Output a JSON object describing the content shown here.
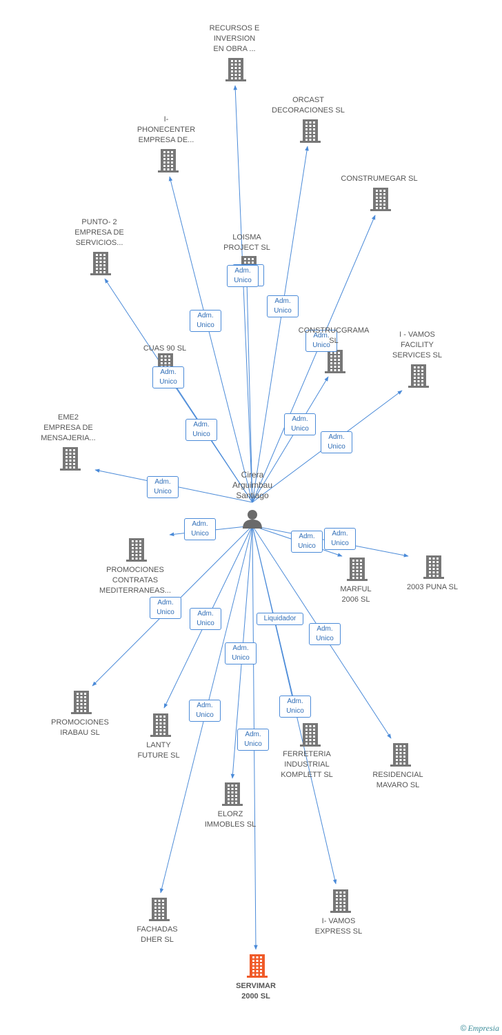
{
  "center": {
    "name": "Cirera\nArguimbau\nSantiago",
    "icon": "person-icon"
  },
  "colors": {
    "edge": "#4a8ad8",
    "building": "#777777",
    "highlight": "#f05a28"
  },
  "companies": [
    {
      "id": "recursos",
      "name": "RECURSOS E\nINVERSION\nEN OBRA ..."
    },
    {
      "id": "orcast",
      "name": "ORCAST\nDECORACIONES SL"
    },
    {
      "id": "phonecenter",
      "name": "I-\nPHONECENTER\nEMPRESA DE..."
    },
    {
      "id": "construmegar",
      "name": "CONSTRUMEGAR SL"
    },
    {
      "id": "punto2",
      "name": "PUNTO- 2\nEMPRESA DE\nSERVICIOS..."
    },
    {
      "id": "loisma",
      "name": "LOISMA\nPROJECT SL"
    },
    {
      "id": "construcgrama",
      "name": "CONSTRUCGRAMA\nSL"
    },
    {
      "id": "ivamos_facility",
      "name": "I - VAMOS\nFACILITY\nSERVICES  SL"
    },
    {
      "id": "cuas90",
      "name": "CUAS 90 SL"
    },
    {
      "id": "eme2",
      "name": "EME2\nEMPRESA DE\nMENSAJERIA..."
    },
    {
      "id": "promociones_contratas",
      "name": "PROMOCIONES\nCONTRATAS\nMEDITERRANEAS..."
    },
    {
      "id": "marful",
      "name": "MARFUL\n2006 SL"
    },
    {
      "id": "puna",
      "name": "2003 PUNA SL"
    },
    {
      "id": "promociones_irabau",
      "name": "PROMOCIONES\nIRABAU SL"
    },
    {
      "id": "lanty",
      "name": "LANTY\nFUTURE SL"
    },
    {
      "id": "ferreteria",
      "name": "FERRETERIA\nINDUSTRIAL\nKOMPLETT SL"
    },
    {
      "id": "residencial",
      "name": "RESIDENCIAL\nMAVARO SL"
    },
    {
      "id": "elorz",
      "name": "ELORZ\nIMMOBLES SL"
    },
    {
      "id": "fachadas",
      "name": "FACHADAS\nDHER SL"
    },
    {
      "id": "ivamos_express",
      "name": "I- VAMOS\nEXPRESS SL"
    },
    {
      "id": "servimar",
      "name": "SERVIMAR\n2000 SL",
      "highlight": true
    }
  ],
  "edges": [
    {
      "target": "recursos",
      "label": "Adm.\nUnico"
    },
    {
      "target": "orcast",
      "label": "Adm.\nUnico"
    },
    {
      "target": "phonecenter",
      "label": "Adm.\nUnico"
    },
    {
      "target": "construmegar",
      "label": "Adm.\nUnico"
    },
    {
      "target": "punto2",
      "label": "Adm.\nUnico"
    },
    {
      "target": "loisma",
      "label": "Adm.\nUnico"
    },
    {
      "target": "construcgrama",
      "label": "Adm.\nUnico"
    },
    {
      "target": "ivamos_facility",
      "label": "Adm.\nUnico"
    },
    {
      "target": "cuas90",
      "label": "Adm.\nUnico"
    },
    {
      "target": "eme2",
      "label": "Adm.\nUnico"
    },
    {
      "target": "promociones_contratas",
      "label": "Adm.\nUnico"
    },
    {
      "target": "marful",
      "label": "Adm.\nUnico"
    },
    {
      "target": "puna",
      "label": "Adm.\nUnico"
    },
    {
      "target": "promociones_irabau",
      "label": "Adm.\nUnico"
    },
    {
      "target": "lanty",
      "label": "Adm.\nUnico"
    },
    {
      "target": "ferreteria",
      "label": "Liquidador"
    },
    {
      "target": "residencial",
      "label": "Adm.\nUnico"
    },
    {
      "target": "elorz",
      "label": "Adm.\nUnico"
    },
    {
      "target": "fachadas",
      "label": "Adm.\nUnico"
    },
    {
      "target": "ivamos_express",
      "label": "Adm.\nUnico"
    },
    {
      "target": "servimar",
      "label": "Adm.\nUnico"
    }
  ],
  "footer": {
    "copyright": "©",
    "brand": "Empresia"
  }
}
